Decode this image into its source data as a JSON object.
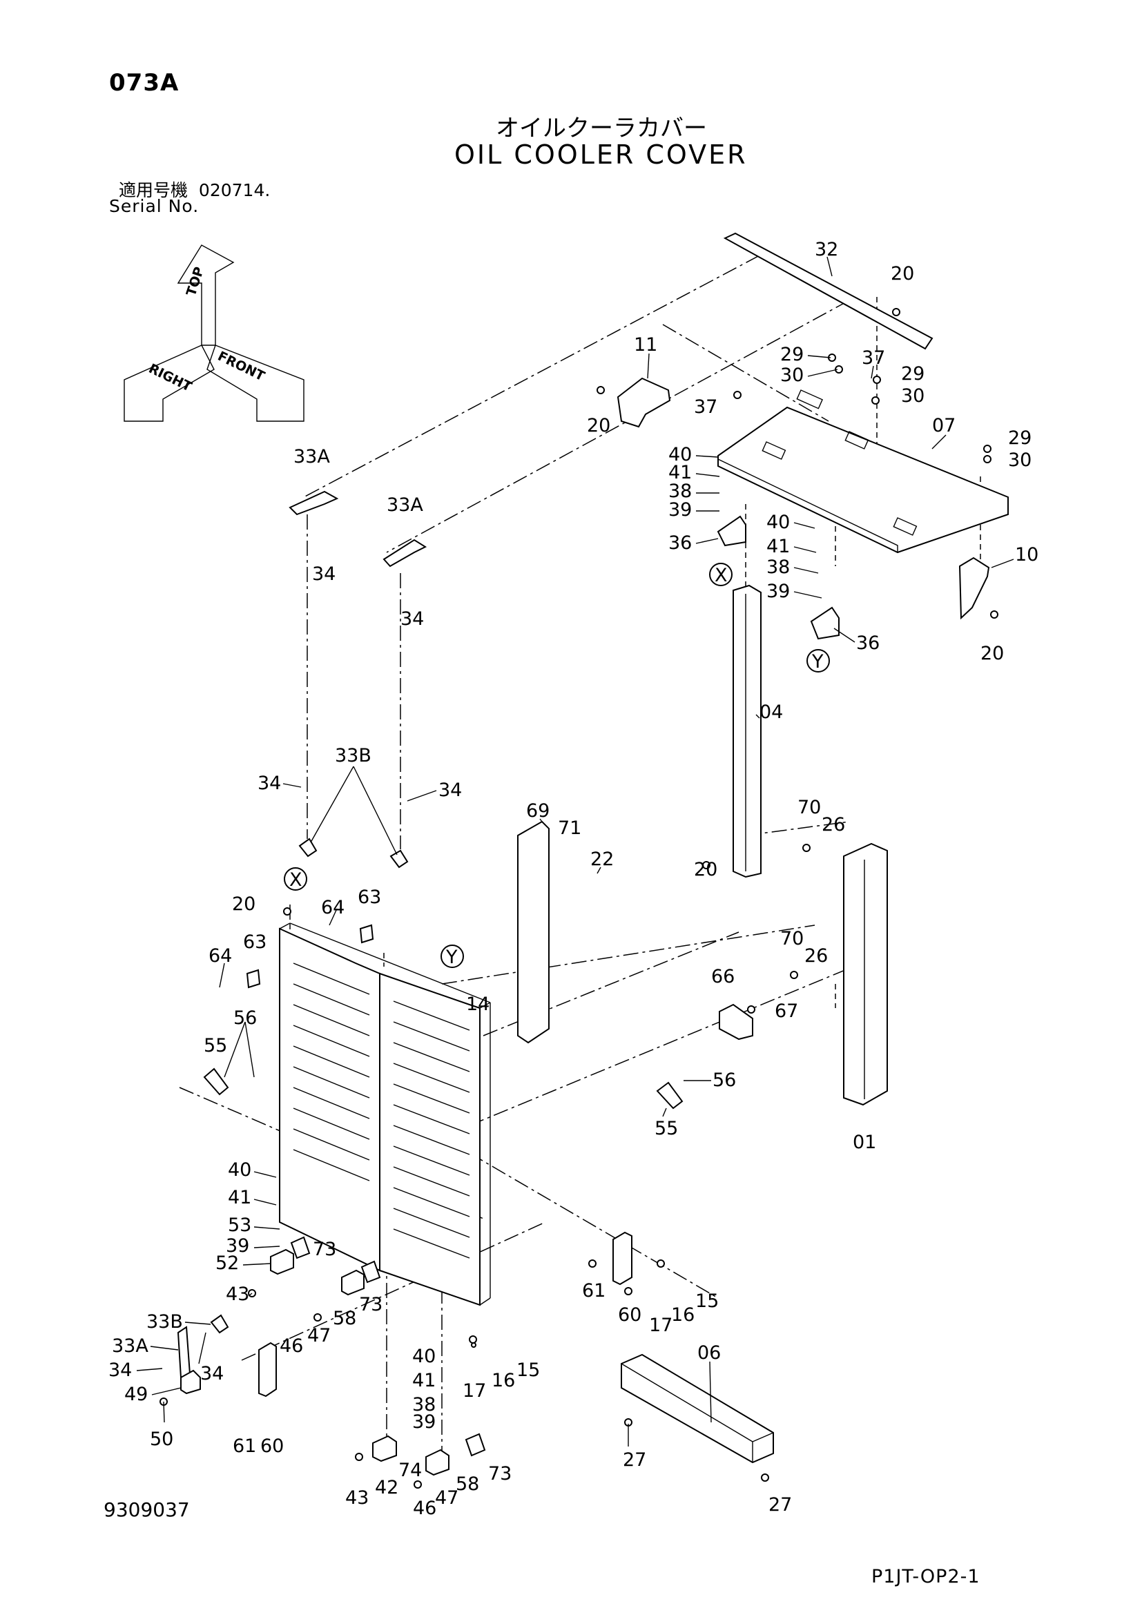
{
  "header": {
    "page_code": "073A",
    "title_jp": "オイルクーラカバー",
    "title_en": "OIL COOLER COVER",
    "serial_label_jp": "適用号機",
    "serial_value": "020714.",
    "serial_label_en": "Serial No."
  },
  "orientation": {
    "top": "TOP",
    "right": "RIGHT",
    "front": "FRONT"
  },
  "callouts": [
    "32",
    "20",
    "11",
    "29",
    "30",
    "37",
    "29",
    "30",
    "20",
    "37",
    "07",
    "29",
    "30",
    "40",
    "41",
    "38",
    "39",
    "36",
    "40",
    "41",
    "38",
    "39",
    "36",
    "10",
    "20",
    "04",
    "33A",
    "34",
    "33A",
    "34",
    "33B",
    "34",
    "34",
    "69",
    "71",
    "22",
    "20",
    "70",
    "26",
    "20",
    "64",
    "63",
    "64",
    "63",
    "14",
    "70",
    "26",
    "66",
    "67",
    "55",
    "56",
    "56",
    "55",
    "01",
    "40",
    "41",
    "53",
    "39",
    "73",
    "52",
    "43",
    "58",
    "73",
    "47",
    "46",
    "33B",
    "33A",
    "34",
    "34",
    "49",
    "50",
    "61",
    "60",
    "17",
    "16",
    "15",
    "61",
    "60",
    "17",
    "16",
    "15",
    "40",
    "41",
    "38",
    "39",
    "42",
    "43",
    "74",
    "47",
    "46",
    "58",
    "73",
    "06",
    "27",
    "27"
  ],
  "markers": [
    "X",
    "Y",
    "X",
    "Y"
  ],
  "footer": {
    "drawing_no": "9309037",
    "sheet_code": "P1JT-OP2-1"
  }
}
